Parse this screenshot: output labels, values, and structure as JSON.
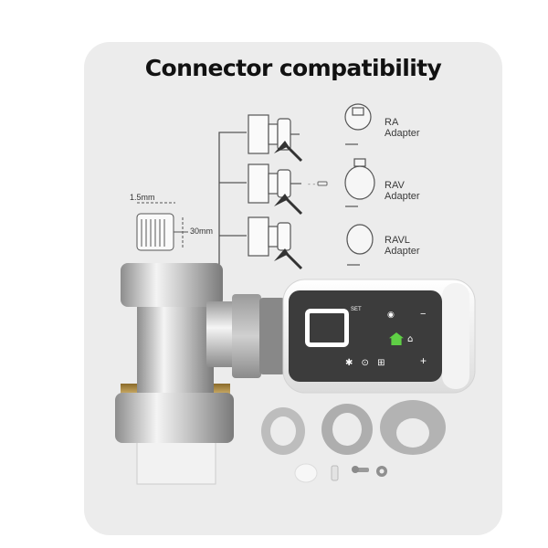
{
  "title": "Connector compatibility",
  "adapters": [
    {
      "name": "RA",
      "sub": "Adapter"
    },
    {
      "name": "RAV",
      "sub": "Adapter"
    },
    {
      "name": "RAVL",
      "sub": "Adapter"
    }
  ],
  "dimensions": {
    "width_label": "1.5mm",
    "length_label": "30mm"
  },
  "display": {
    "set_label": "SET",
    "plus": "+",
    "minus": "−"
  },
  "colors": {
    "panel": "#ececec",
    "line": "#555555",
    "display_white": "#ffffff",
    "home_icon": "#5fcf45"
  }
}
